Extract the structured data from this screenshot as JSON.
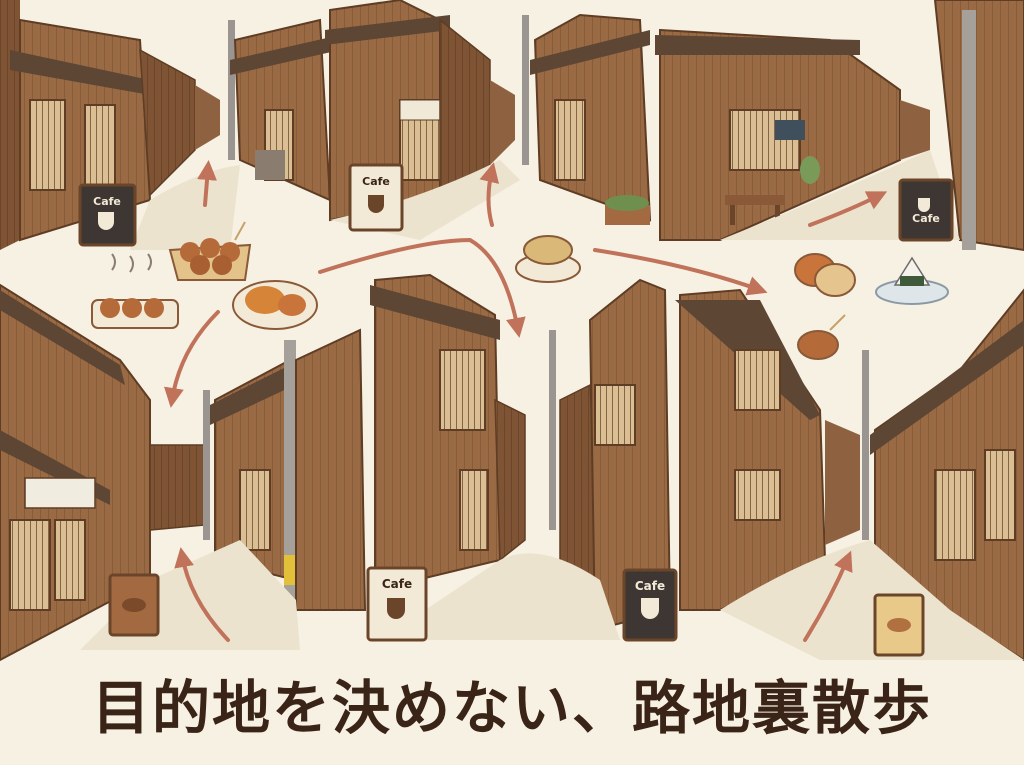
{
  "title": "目的地を決めない、路地裏散歩",
  "signs": {
    "cafe_top_left": "Cafe",
    "cafe_top_center": "Cafe",
    "cafe_top_right_line1": "Cafe",
    "cafe_bottom_center": "Cafe",
    "cafe_bottom_right": "Cafe"
  },
  "icons": [
    "takoyaki-icon",
    "croquette-icon",
    "soup-bowl-icon",
    "bread-icon",
    "onigiri-icon",
    "coffee-cup-icon",
    "arrow-icon"
  ],
  "colors": {
    "background": "#f7f1e3",
    "wood": "#9a6a44",
    "wood_dark": "#6b4529",
    "arrow": "#c0735a",
    "title": "#3a2418"
  }
}
